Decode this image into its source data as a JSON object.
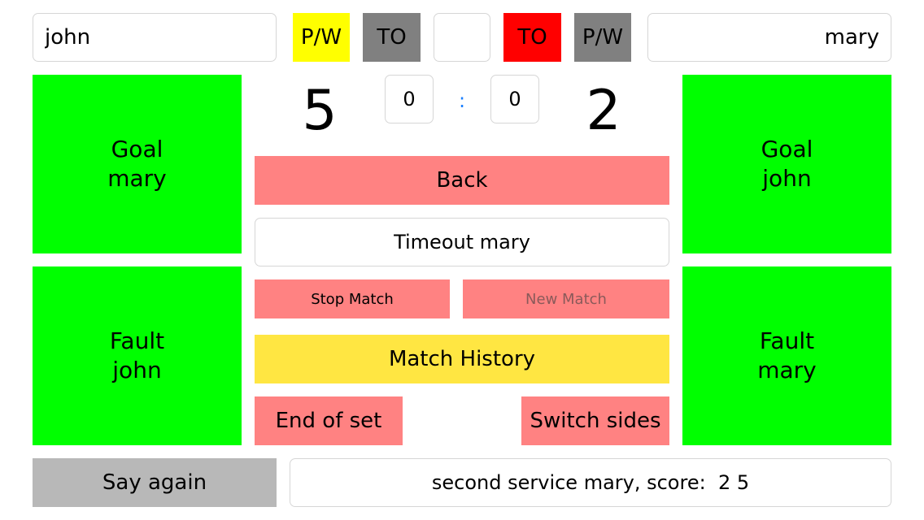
{
  "colors": {
    "yellow": "#ffff00",
    "gray": "#808080",
    "red": "#ff0000",
    "green": "#00ff00",
    "pink": "#ff8282",
    "history_yellow": "#ffe642",
    "sayagain_gray": "#b8b8b8",
    "colon_blue": "#1a7fff"
  },
  "header": {
    "left_player": "john",
    "right_player": "mary",
    "left_pw_label": "P/W",
    "left_to_label": "TO",
    "center_box": "",
    "right_to_label": "TO",
    "right_pw_label": "P/W"
  },
  "scores": {
    "left_big": "5",
    "right_big": "2",
    "left_small": "0",
    "right_small": "0",
    "separator": ":"
  },
  "left_panel": {
    "goal_label": "Goal\nmary",
    "fault_label": "Fault\njohn"
  },
  "right_panel": {
    "goal_label": "Goal\njohn",
    "fault_label": "Fault\nmary"
  },
  "center": {
    "back_label": "Back",
    "timeout_label": "Timeout mary",
    "stop_match_label": "Stop Match",
    "new_match_label": "New Match",
    "match_history_label": "Match History",
    "end_of_set_label": "End of set",
    "switch_sides_label": "Switch sides"
  },
  "footer": {
    "say_again_label": "Say again",
    "announcement": "second service mary, score:  2 5"
  }
}
